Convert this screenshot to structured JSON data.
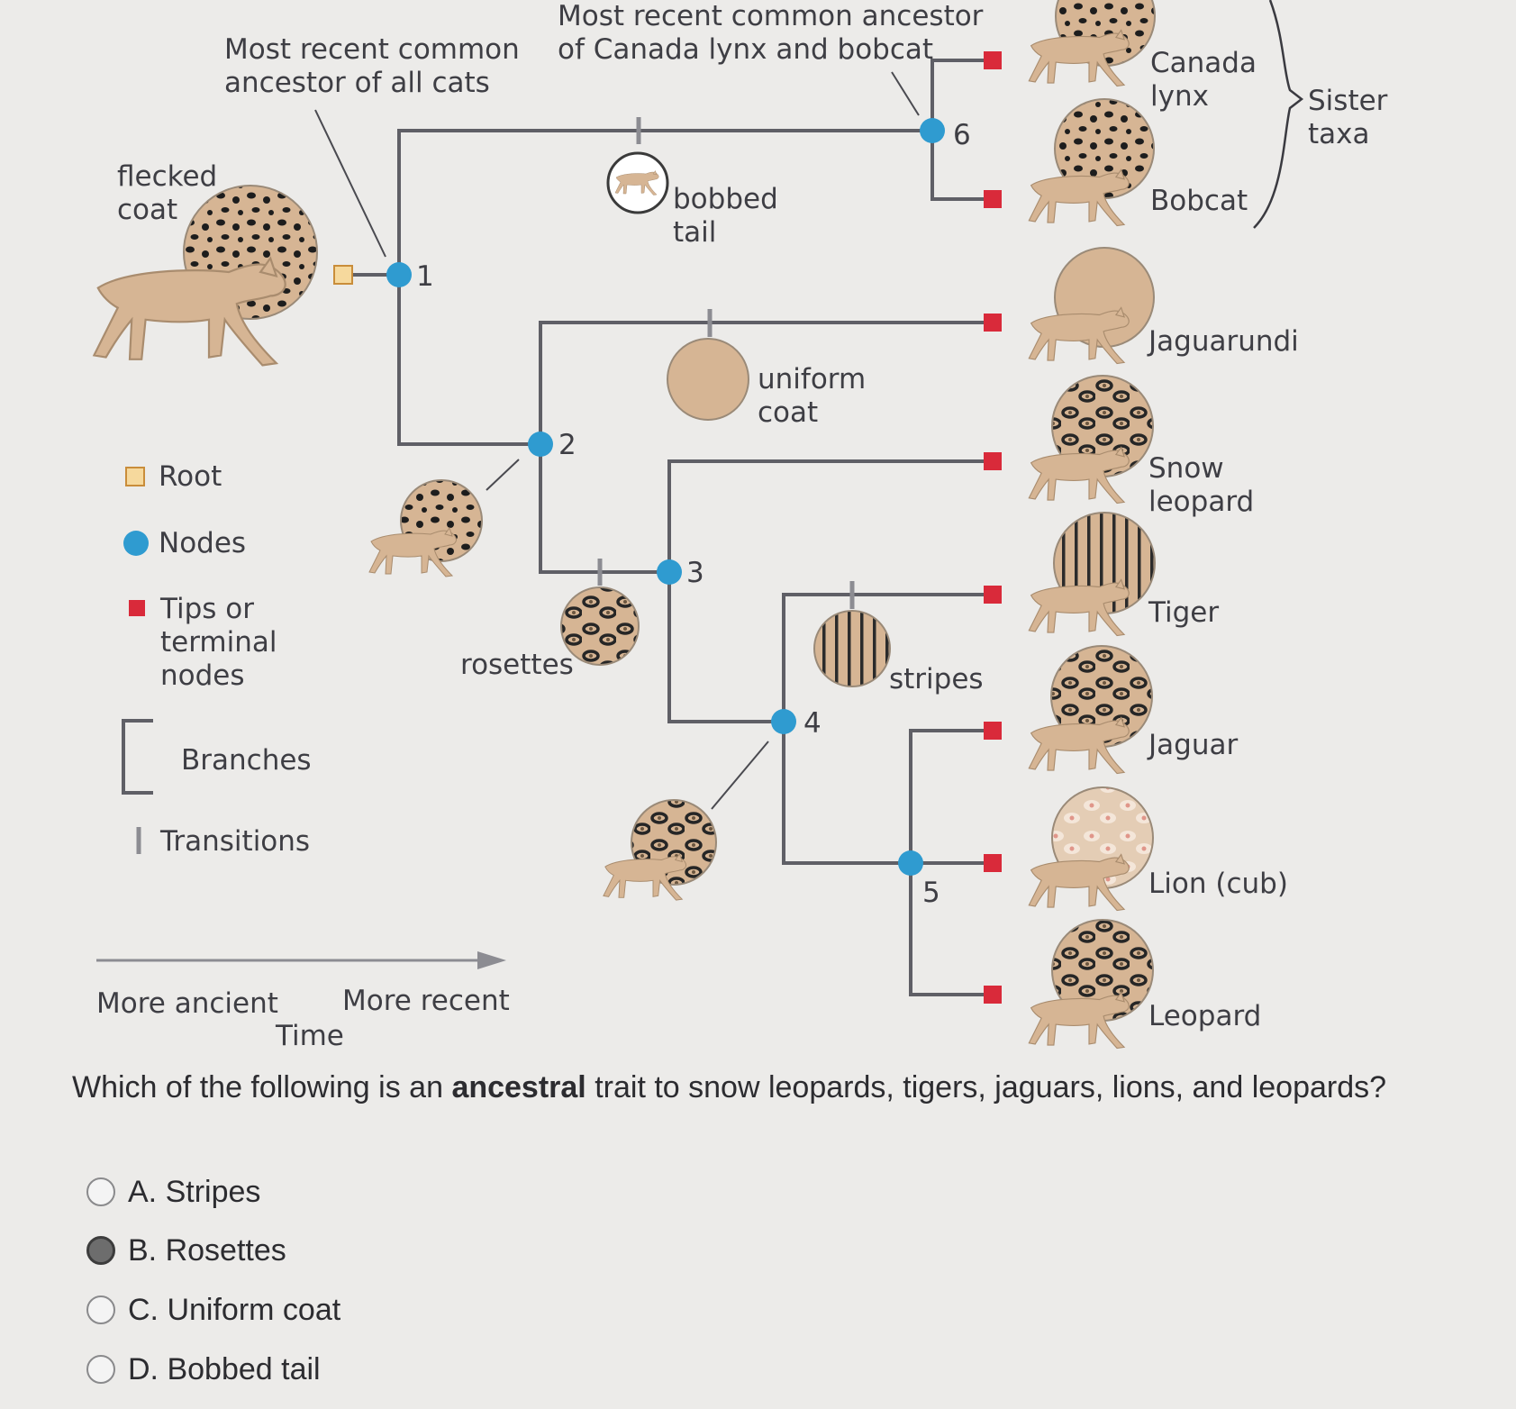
{
  "annotations": {
    "mrca_all": "Most recent common\nancestor of all cats",
    "mrca_lynx_bobcat": "Most recent common ancestor\nof Canada lynx and bobcat",
    "flecked_coat": "flecked\ncoat",
    "bobbed_tail": "bobbed\ntail",
    "uniform_coat": "uniform\ncoat",
    "rosettes": "rosettes",
    "stripes": "stripes",
    "sister_taxa": "Sister\ntaxa"
  },
  "nodes": {
    "n1": "1",
    "n2": "2",
    "n3": "3",
    "n4": "4",
    "n5": "5",
    "n6": "6"
  },
  "taxa": {
    "canada_lynx": "Canada\nlynx",
    "bobcat": "Bobcat",
    "jaguarundi": "Jaguarundi",
    "snow_leopard": "Snow\nleopard",
    "tiger": "Tiger",
    "jaguar": "Jaguar",
    "lion": "Lion (cub)",
    "leopard": "Leopard"
  },
  "legend": {
    "root": "Root",
    "nodes": "Nodes",
    "tips": "Tips or\nterminal\nnodes",
    "branches": "Branches",
    "transitions": "Transitions"
  },
  "time_axis": {
    "ancient": "More ancient",
    "recent": "More recent",
    "label": "Time"
  },
  "question": {
    "prefix": "Which of the following is an ",
    "emphasis": "ancestral",
    "suffix": " trait to snow leopards, tigers, jaguars, lions, and leopards?"
  },
  "options": [
    {
      "label": "A. Stripes",
      "selected": false
    },
    {
      "label": "B. Rosettes",
      "selected": true
    },
    {
      "label": "C. Uniform coat",
      "selected": false
    },
    {
      "label": "D. Bobbed tail",
      "selected": false
    }
  ],
  "colors": {
    "node": "#2f9bd0",
    "tip": "#d92a3a",
    "root": "#e3a94d",
    "branch": "#5f5f66",
    "fur": "#d6b594"
  }
}
